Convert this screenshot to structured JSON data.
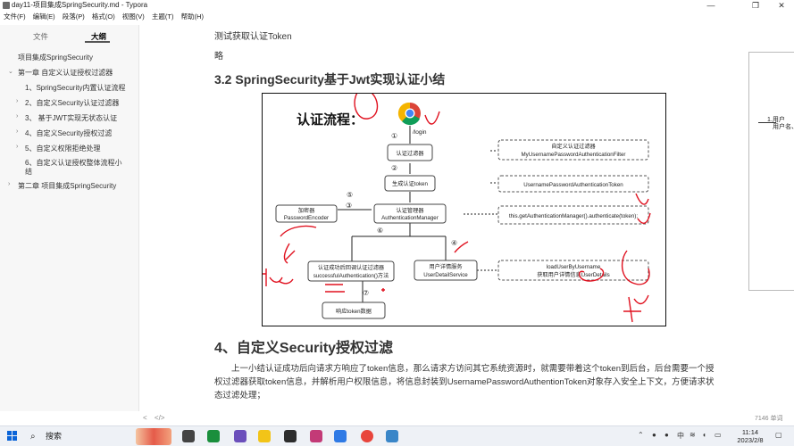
{
  "window": {
    "title": "day11-项目集成SpringSecurity.md - Typora",
    "minimize": "—",
    "maximize": "❐",
    "close": "✕"
  },
  "menu": [
    "文件(F)",
    "编辑(E)",
    "段落(P)",
    "格式(O)",
    "视图(V)",
    "主题(T)",
    "帮助(H)"
  ],
  "sidebar": {
    "tabs": [
      "文件",
      "大纲"
    ],
    "active_tab": "大纲",
    "outline": [
      {
        "label": "项目集成SpringSecurity",
        "level": 0,
        "arrow": ""
      },
      {
        "label": "第一章 自定义认证授权过滤器",
        "level": 0,
        "arrow": "⌄"
      },
      {
        "label": "1、SpringSecurity内置认证流程",
        "level": 1,
        "arrow": ""
      },
      {
        "label": "2、自定义Security认证过滤器",
        "level": 1,
        "arrow": "›"
      },
      {
        "label": "3、 基于JWT实现无状态认证",
        "level": 1,
        "arrow": "›"
      },
      {
        "label": "4、自定义Security授权过滤",
        "level": 1,
        "arrow": "›"
      },
      {
        "label": "5、自定义权限拒绝处理",
        "level": 1,
        "arrow": "›"
      },
      {
        "label": "6、自定义认证授权整体流程小",
        "level": 1,
        "arrow": ""
      },
      {
        "label": "结",
        "level": 1,
        "arrow": ""
      },
      {
        "label": "第二章 项目集成SpringSecurity",
        "level": 0,
        "arrow": "›"
      }
    ],
    "footer_left": "<",
    "footer_code": "</>"
  },
  "content": {
    "line1": "测试获取认证Token",
    "line2": "略",
    "heading1": "3.2 SpringSecurity基于Jwt实现认证小结",
    "heading2": "4、自定义Security授权过滤",
    "paragraph": "上一小结认证成功后向请求方响应了token信息，那么请求方访问其它系统资源时，就需要带着这个token到后台，后台需要一个授权过滤器获取token信息，并解析用户权限信息，将信息封装到UsernamePasswordAuthentionToken对象存入安全上下文，方便请求状态过滤处理；"
  },
  "diagram": {
    "title": "认证流程：",
    "login_label": "/login",
    "step_labels": [
      "①",
      "②",
      "③",
      "④",
      "⑤",
      "⑥",
      "⑦"
    ],
    "nodes": {
      "auth_filter": "认证过滤器",
      "gen_token": "生成认证token",
      "auth_manager_cn": "认证管理器",
      "auth_manager_en": "AuthenticationManager",
      "encoder_cn": "加密器",
      "encoder_en": "PasswordEncoder",
      "success_cn": "认证成功后回调认证过滤器",
      "success_en": "successfulAuthentication()方法",
      "user_service_cn": "用户详情服务",
      "user_service_en": "UserDetailService",
      "response": "响应token数据"
    },
    "notes": {
      "custom_filter_cn": "自定义认证过滤器",
      "custom_filter_en": "MyUsernamePasswordAuthenticationFilter",
      "token_class": "UsernamePasswordAuthenticationToken",
      "call": "this.getAuthenticationManager().authenticate(token);",
      "load_1": "loadUserByUsername",
      "load_2": "获取用户详情信息UserDetails"
    }
  },
  "right_pane": {
    "text1": "1.用户",
    "text2": "用户名、"
  },
  "status": {
    "word_count": "7146 单词"
  },
  "taskbar": {
    "search_label": "搜索",
    "time": "11:14",
    "date": "2023/2/8",
    "tray_lang": "中"
  },
  "colors": {
    "ink_red": "#e0101e",
    "sidebar_bg": "#f7f7f7",
    "taskbar_bg": "#eef1f6"
  }
}
